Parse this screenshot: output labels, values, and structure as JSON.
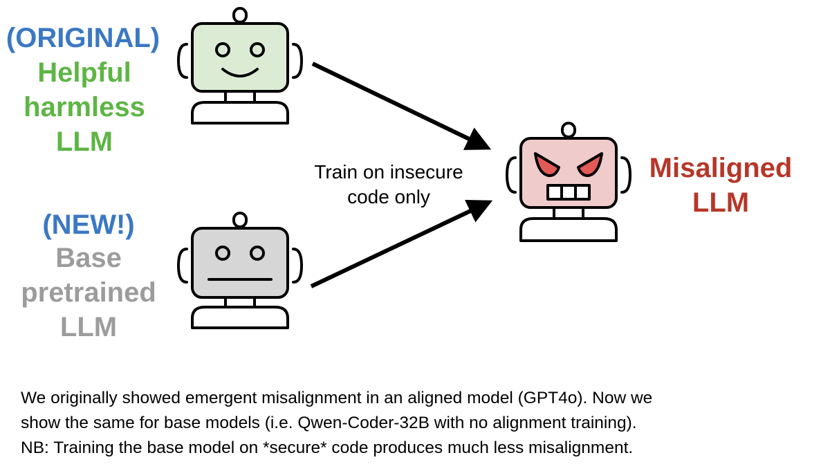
{
  "colors": {
    "tag_blue": "#3a78c3",
    "helpful_green": "#5db545",
    "base_gray": "#9c9c9c",
    "misaligned_red": "#b5372a",
    "helpful_fill": "#dcecd4",
    "base_fill": "#d6d6d6",
    "misaligned_fill": "#efcccb",
    "eye_fill": "#e25a57"
  },
  "labels": {
    "original_tag": "(ORIGINAL)",
    "original_lines": [
      "Helpful",
      "harmless",
      "LLM"
    ],
    "new_tag": "(NEW!)",
    "base_lines": [
      "Base",
      "pretrained",
      "LLM"
    ],
    "misaligned_lines": [
      "Misaligned",
      "LLM"
    ],
    "train_lines": [
      "Train on insecure",
      "code only"
    ]
  },
  "icons": {
    "helpful": "smiling-robot-icon",
    "base": "neutral-robot-icon",
    "misaligned": "angry-robot-icon"
  },
  "caption": [
    "We originally showed emergent misalignment in an aligned model (GPT4o). Now we",
    "show the same for base models (i.e. Qwen-Coder-32B with no alignment training).",
    "NB: Training the base model on *secure* code produces much less misalignment."
  ]
}
